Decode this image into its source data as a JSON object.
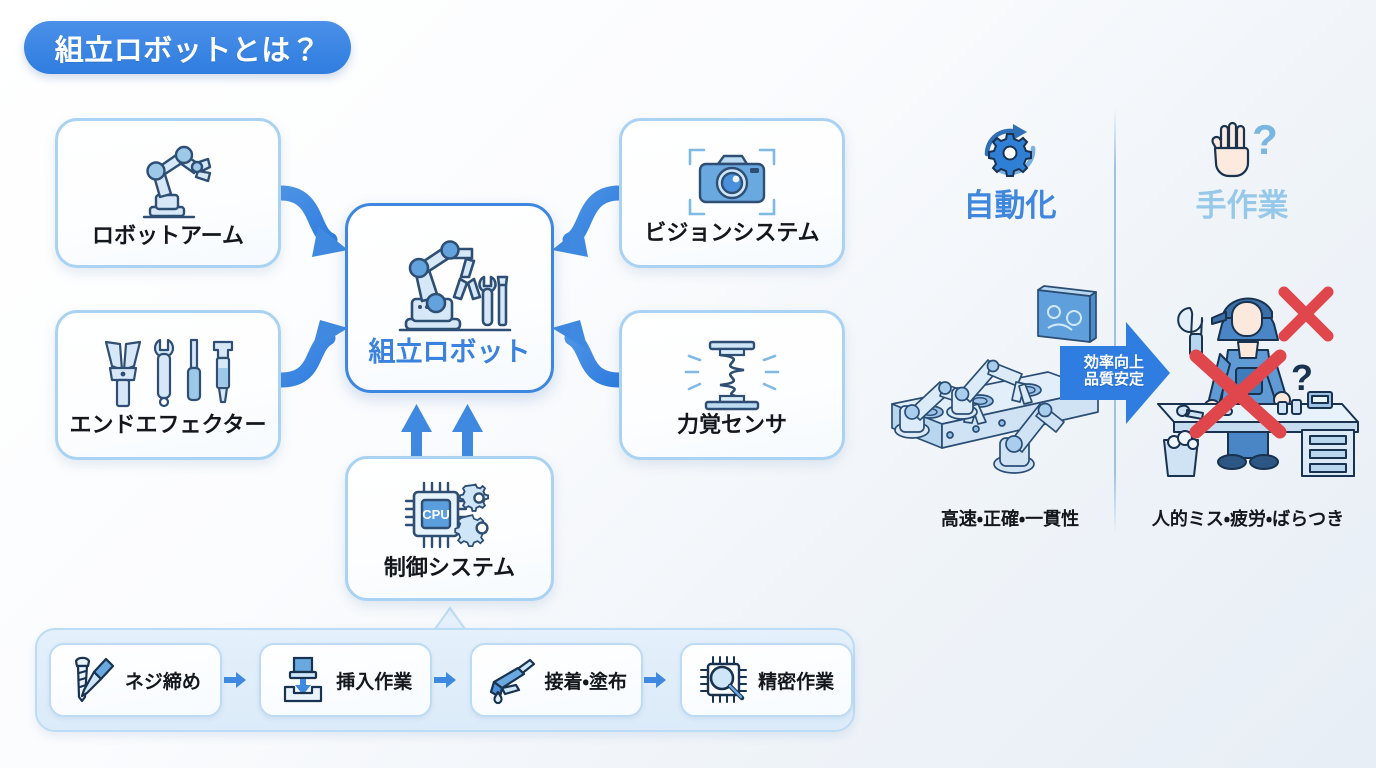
{
  "title": {
    "text": "組立ロボットとは？"
  },
  "hub": {
    "label": "組立ロボット",
    "icon": "assembly-robot-icon"
  },
  "components": [
    {
      "label": "ロボットアーム",
      "icon": "robot-arm-icon"
    },
    {
      "label": "エンドエフェクター",
      "icon": "end-effector-tools-icon"
    },
    {
      "label": "ビジョンシステム",
      "icon": "camera-vision-icon"
    },
    {
      "label": "力覚センサ",
      "icon": "spring-force-sensor-icon"
    },
    {
      "label": "制御システム",
      "icon": "cpu-gears-icon"
    }
  ],
  "cpu_chip_text": "CPU",
  "process": {
    "steps": [
      {
        "label": "ネジ締め",
        "icon": "screwdriver-screw-icon"
      },
      {
        "label": "挿入作業",
        "icon": "insertion-press-icon"
      },
      {
        "label": "接着・塗布",
        "icon": "glue-gun-icon"
      },
      {
        "label": "精密作業",
        "icon": "magnifier-chip-icon"
      }
    ],
    "arrow_icon": "right-arrow-icon"
  },
  "comparison": {
    "automation": {
      "heading": "自動化",
      "heading_icon": "gear-refresh-icon",
      "illustration": "robot-conveyor-line-illustration",
      "caption": "高速・正確・一貫性"
    },
    "manual": {
      "heading": "手作業",
      "heading_icon": "hand-question-icon",
      "illustration": "worker-at-bench-illustration",
      "caption": "人的ミス・疲労・ばらつき"
    },
    "benefit_arrow": {
      "line1": "効率向上",
      "line2": "品質安定",
      "icon": "right-chevron-arrow-icon"
    }
  },
  "colors": {
    "brand_blue": "#3d87e0",
    "title_badge": "#2f7de0",
    "card_border": "#a9d2f3",
    "hub_border": "#3d87e0",
    "arrow_blue": "#3f8ae0",
    "manual_head": "#96c8ea",
    "reject_red": "#e0474c",
    "background": "#eef3f8"
  }
}
